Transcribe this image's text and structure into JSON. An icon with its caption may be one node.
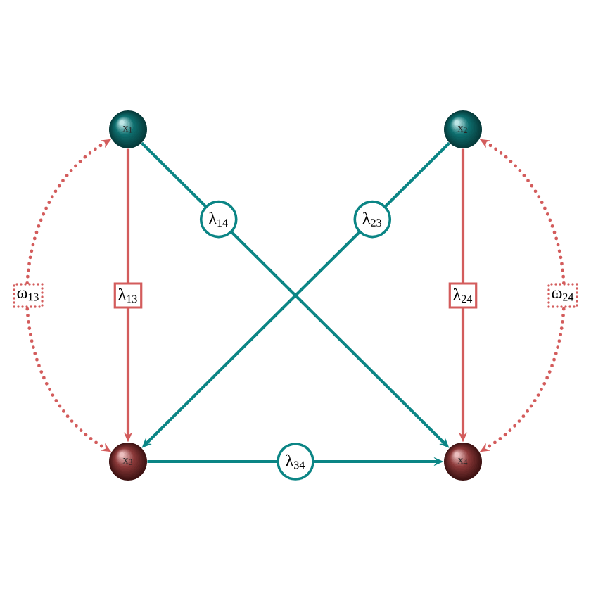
{
  "diagram": {
    "nodes": [
      {
        "text": [
          "x$_{1}$"
        ]
      },
      {
        "text": [
          "x$_{2}$"
        ]
      },
      {
        "text": [
          "x$_{3}$"
        ]
      },
      {
        "text": [
          "x$_{4}$"
        ]
      }
    ],
    "edges": [
      {
        "from": 0,
        "to": 2,
        "arrow": "both",
        "label": "ω$_{13}$",
        "style": "dashed",
        "color": "#d35c5c"
      },
      {
        "from": 0,
        "to": 2,
        "arrow": "to",
        "label": "λ$_{13}$",
        "color": "#d35c5c"
      },
      {
        "from": 0,
        "to": 3,
        "arrow": "to",
        "label": "λ$_{14}$",
        "color": "#0b8585"
      },
      {
        "from": 1,
        "to": 2,
        "arrow": "to",
        "label": "λ$_{23}$",
        "color": "#0b8585"
      },
      {
        "from": 1,
        "to": 3,
        "arrow": "to",
        "label": "λ$_{24}$",
        "color": "#d35c5c"
      },
      {
        "from": 1,
        "to": 3,
        "arrow": "both",
        "label": "ω$_{24}$",
        "style": "dashed",
        "color": "#d35c5c"
      },
      {
        "from": 2,
        "to": 3,
        "arrow": "to",
        "label": "λ$_{34}$",
        "color": "#0b8585"
      }
    ]
  }
}
